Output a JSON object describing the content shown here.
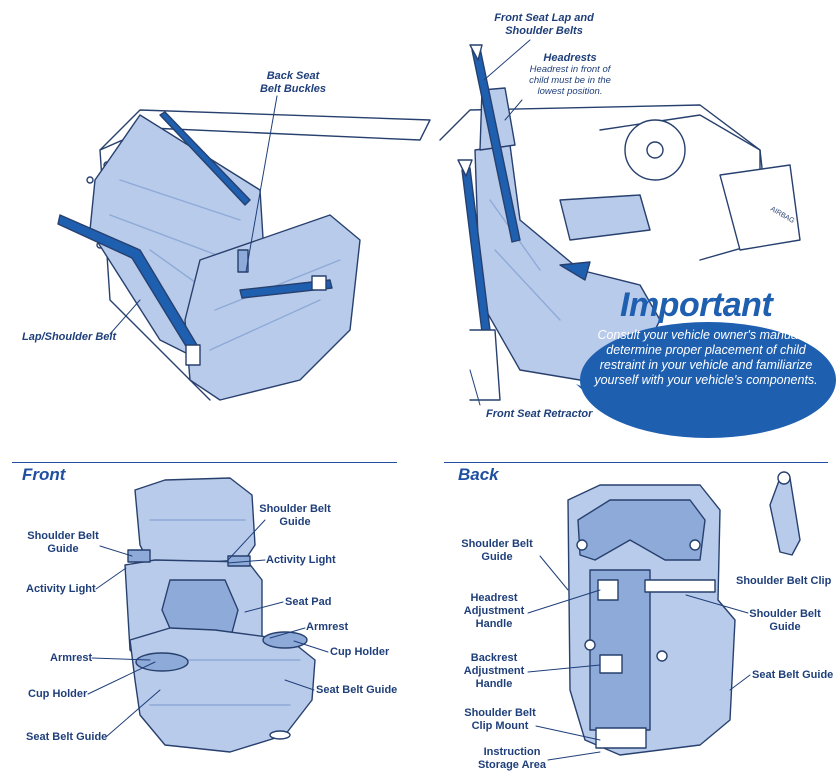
{
  "top": {
    "back_seat_label": "Back Seat\nBelt Buckles",
    "lap_shoulder_label": "Lap/Shoulder Belt",
    "front_seat_lap_label": "Front Seat Lap and\nShoulder Belts",
    "headrests_title": "Headrests",
    "headrests_note": "Headrest in front of\nchild must be in the\nlowest position.",
    "retractor_label": "Front Seat Retractor",
    "airbag_label": "AIRBAG"
  },
  "important": {
    "title": "Important",
    "body": "Consult your vehicle owner's manual to determine proper placement of child restraint in your vehicle and familiarize yourself with your vehicle's components."
  },
  "front": {
    "title": "Front",
    "labels": {
      "shoulder_belt_guide_left": "Shoulder Belt\nGuide",
      "activity_light_left": "Activity Light",
      "armrest_left": "Armrest",
      "cup_holder_left": "Cup Holder",
      "seat_belt_guide_left": "Seat Belt Guide",
      "shoulder_belt_guide_right": "Shoulder Belt\nGuide",
      "activity_light_right": "Activity Light",
      "seat_pad": "Seat Pad",
      "armrest_right": "Armrest",
      "cup_holder_right": "Cup Holder",
      "seat_belt_guide_right": "Seat Belt Guide"
    }
  },
  "back": {
    "title": "Back",
    "labels": {
      "shoulder_belt_guide_left": "Shoulder Belt\nGuide",
      "headrest_handle": "Headrest\nAdjustment\nHandle",
      "backrest_handle": "Backrest\nAdjustment\nHandle",
      "clip_mount": "Shoulder Belt\nClip Mount",
      "storage": "Instruction\nStorage Area",
      "shoulder_belt_clip": "Shoulder Belt Clip",
      "shoulder_belt_guide_right": "Shoulder Belt\nGuide",
      "seat_belt_guide": "Seat Belt Guide"
    }
  },
  "colors": {
    "text": "#1f3f7a",
    "seat_fill": "#b9cbea",
    "seat_dark": "#8eaad8",
    "belt": "#1f5fb0",
    "outline": "#27406e",
    "important_bg": "#1f5fb0"
  }
}
